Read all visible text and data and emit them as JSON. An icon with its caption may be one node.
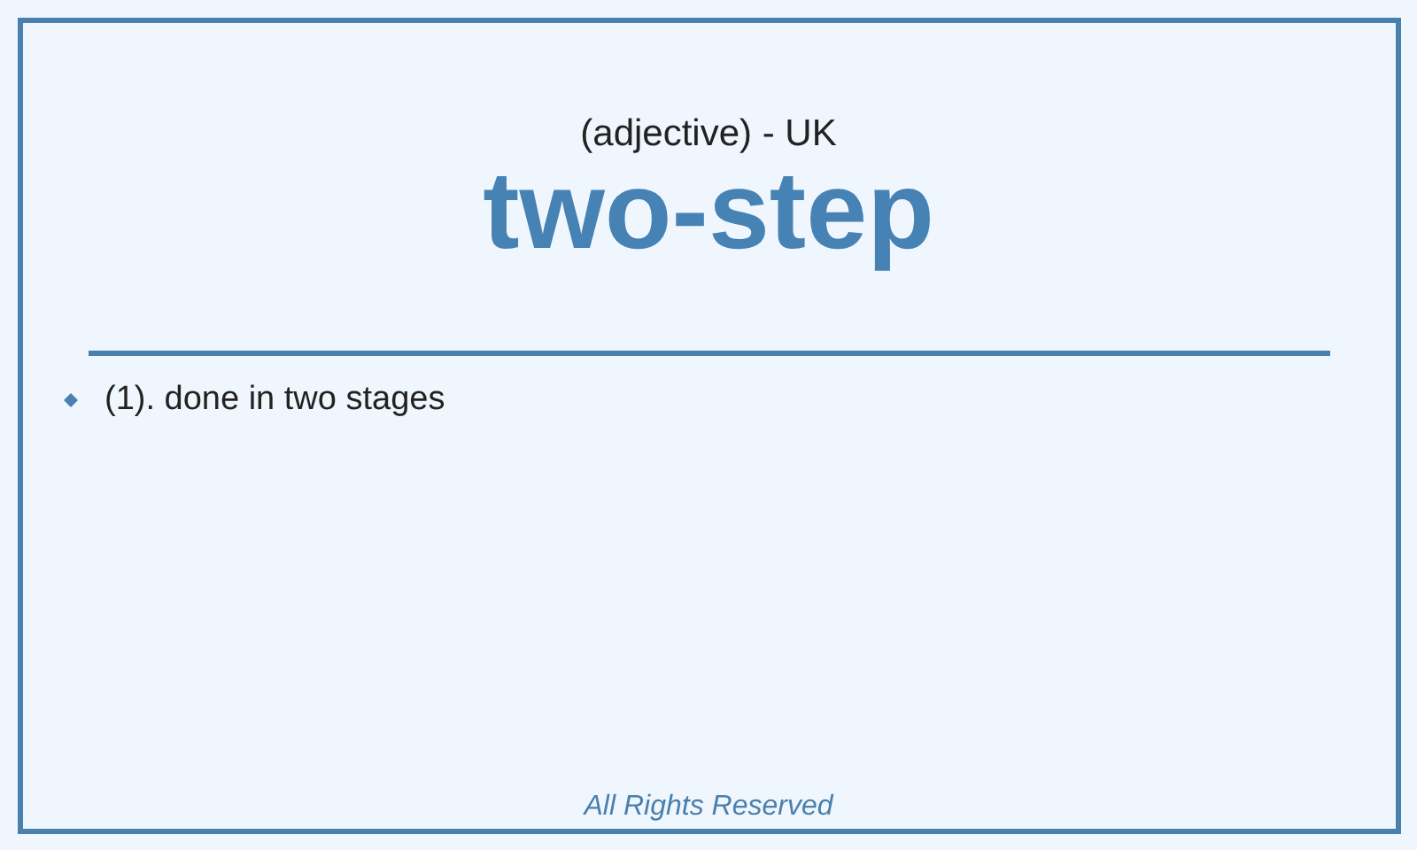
{
  "diagram": {
    "title": "two-step",
    "labels": [
      "(adjective) - UK",
      "(1). done in two stages",
      "All Rights Reserved"
    ]
  }
}
